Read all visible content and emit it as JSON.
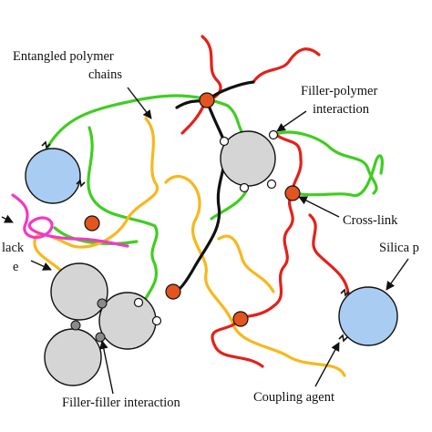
{
  "labels": {
    "entangled_line1": "Entangled polymer",
    "entangled_line2": "chains",
    "filler_polymer_line1": "Filler-polymer",
    "filler_polymer_line2": "interaction",
    "cross_link": "Cross-link",
    "silica": "Silica p",
    "black_line1": "lack",
    "black_line2": "e",
    "filler_filler": "Filler-filler interaction",
    "coupling_agent": "Coupling agent"
  },
  "colors": {
    "red_chain": "#e32119",
    "green_chain": "#3fce20",
    "yellow_chain": "#f7b81e",
    "black_chain": "#111111",
    "magenta_chain": "#f03ac6",
    "crosslink": "#e3541e",
    "silica_fill": "#a9cdf2",
    "carbon_black_fill": "#d5d5d5",
    "filler_joint": "#8a8a8a"
  }
}
